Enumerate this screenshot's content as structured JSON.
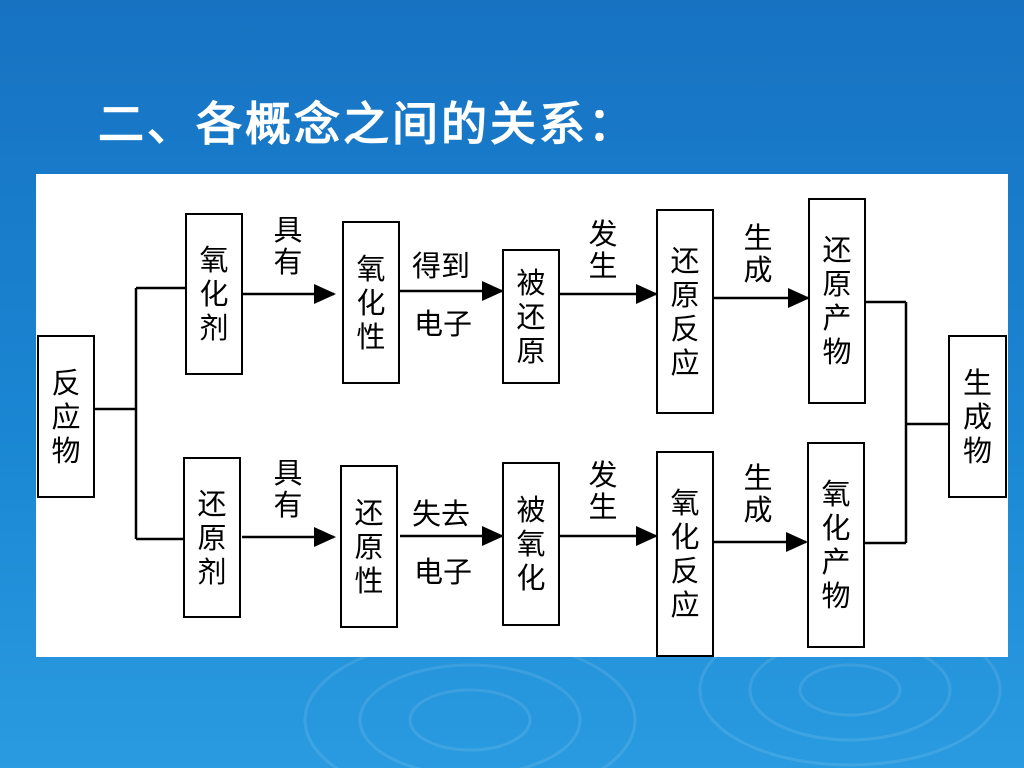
{
  "title": "二、各概念之间的关系：",
  "colors": {
    "background": "#1a7fcf",
    "panel": "#ffffff",
    "stroke": "#000000"
  },
  "boxes": {
    "reactant": "反应物",
    "oxidant": "氧化剂",
    "oxidizing_property": "氧化性",
    "reduced": "被还原",
    "reduction_reaction": "还原反应",
    "reduction_product": "还原产物",
    "product": "生成物",
    "reductant": "还原剂",
    "reducing_property": "还原性",
    "oxidized": "被氧化",
    "oxidation_reaction": "氧化反应",
    "oxidation_product": "氧化产物"
  },
  "labels": {
    "top_have": "具有",
    "gain": "得到",
    "electron_top": "电子",
    "top_occur": "发生",
    "top_generate": "生成",
    "bottom_have": "具有",
    "lose": "失去",
    "electron_bottom": "电子",
    "bottom_occur": "发生",
    "bottom_generate": "生成"
  }
}
